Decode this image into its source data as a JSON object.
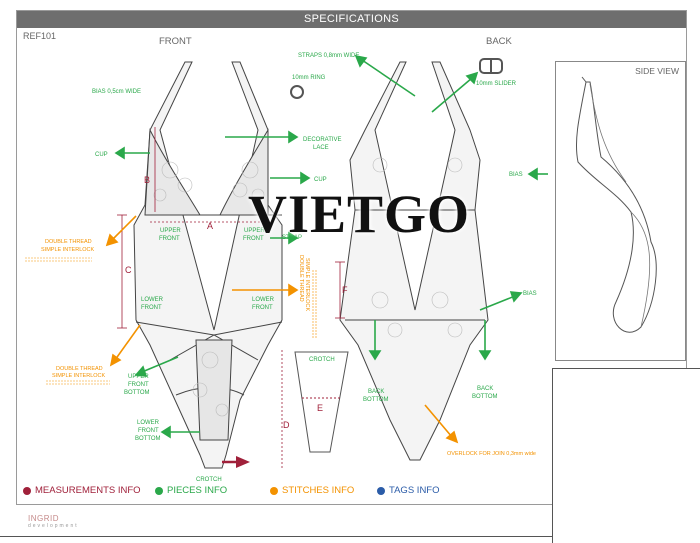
{
  "header": {
    "title": "SPECIFICATIONS"
  },
  "ref": "REF101",
  "views": {
    "front": "FRONT",
    "back": "BACK",
    "side": "SIDE VIEW"
  },
  "labels": {
    "bias_wide": "BIAS 0,5cm WIDE",
    "ring": "10mm RING",
    "straps": "STRAPS 0,8mm WIDE",
    "slider": "10mm SLIDER",
    "cup_left": "CUP",
    "deco_lace_1": "DECORATIVE",
    "deco_lace_2": "LACE",
    "cup_right": "CUP",
    "bias_side": "BIAS",
    "upper_front_left_1": "UPPER",
    "upper_front_left_2": "FRONT",
    "upper_front_right_1": "UPPER",
    "upper_front_right_2": "FRONT",
    "strap_partial": "STRAP",
    "double_thread_1a": "DOUBLE THREAD",
    "double_thread_1b": "SIMPLE INTERLOCK",
    "lower_front_left_1": "LOWER",
    "lower_front_left_2": "FRONT",
    "lower_front_right_1": "LOWER",
    "lower_front_right_2": "FRONT",
    "double_thread_vert_1": "DOUBLE THREAD",
    "double_thread_vert_2": "SIMPLE INTERLOCK",
    "bias_back": "BIAS",
    "double_thread_2a": "DOUBLE THREAD",
    "double_thread_2b": "SIMPLE INTERLOCK",
    "upper_front_bottom_1": "UPPER",
    "upper_front_bottom_2": "FRONT",
    "upper_front_bottom_3": "BOTTOM",
    "crotch_piece": "CROTCH",
    "back_bottom_left_1": "BACK",
    "back_bottom_left_2": "BOTTOM",
    "back_bottom_right_1": "BACK",
    "back_bottom_right_2": "BOTTOM",
    "lower_front_bottom_1": "LOWER",
    "lower_front_bottom_2": "FRONT",
    "lower_front_bottom_3": "BOTTOM",
    "overlock": "OVERLOCK FOR JOIN 0,3mm wide",
    "crotch_bottom": "CROTCH"
  },
  "measure_letters": {
    "a": "A",
    "b": "B",
    "c": "C",
    "d": "D",
    "e": "E",
    "f": "F"
  },
  "legend": {
    "measurements": "MEASUREMENTS INFO",
    "pieces": "PIECES INFO",
    "stitches": "STITCHES INFO",
    "tags": "TAGS INFO"
  },
  "colors": {
    "measurements": "#a0203a",
    "pieces": "#2aa84a",
    "stitches": "#f39200",
    "tags": "#2b5ca8"
  },
  "watermark": "VIETGO",
  "logo": {
    "name": "INGRID",
    "sub": "development"
  }
}
